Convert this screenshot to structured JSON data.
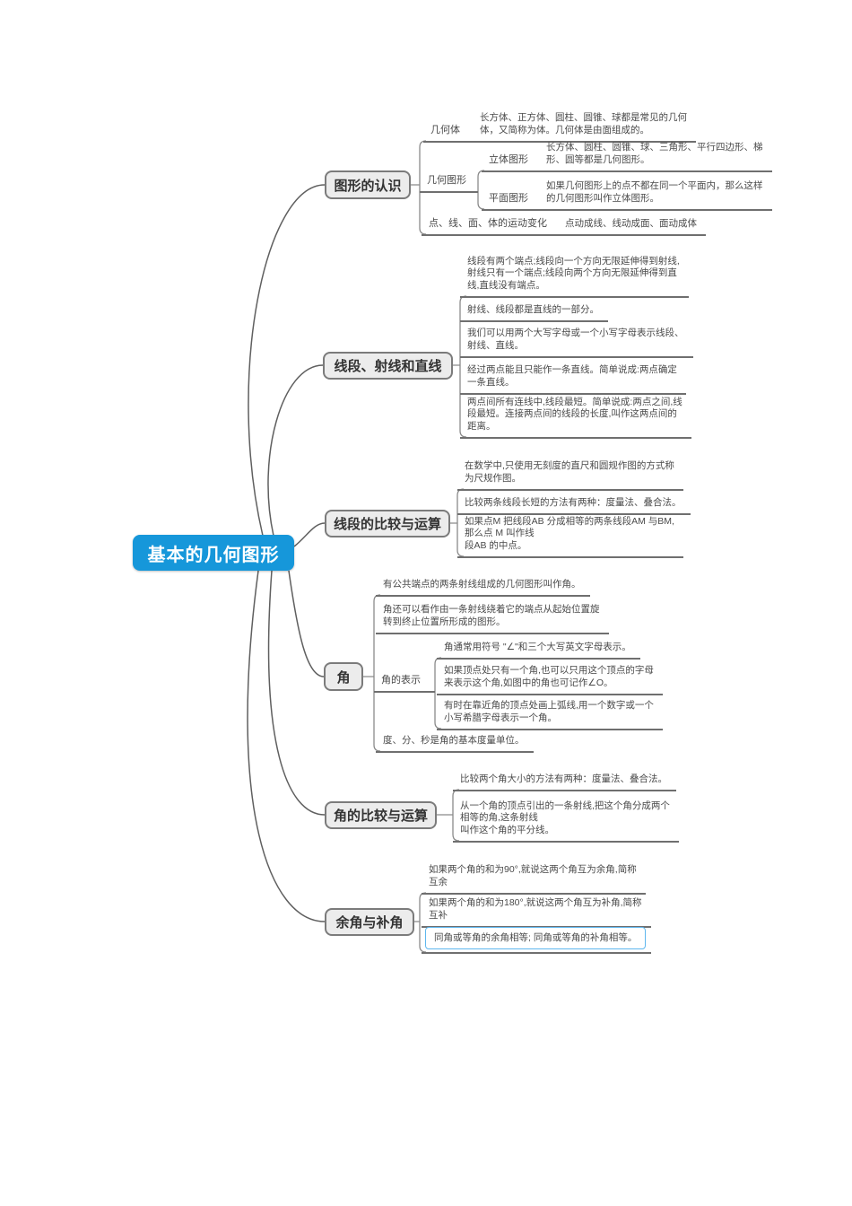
{
  "title": "基本的几何图形思维导图",
  "colors": {
    "central_bg": "#1697DA",
    "central_text": "#FFFFFF",
    "topic_bg": "#ECECEC",
    "topic_border": "#7B7B7B",
    "line": "#8A8A8A",
    "underline": "#6F6F6F",
    "highlight_border": "#5FB7EE"
  },
  "central": {
    "label": "基本的几何图形"
  },
  "branches": [
    {
      "label": "图形的认识",
      "children": [
        {
          "label": "几何体",
          "text": "长方体、正方体、圆柱、圆锥、球都是常见的几何\n体，又简称为体。几何体是由面组成的。"
        },
        {
          "label": "几何图形",
          "children": [
            {
              "label": "立体图形",
              "text": "长方体、圆柱、圆锥、球、三角形、平行四边形、梯\n形、圆等都是几何图形。"
            },
            {
              "label": "平面图形",
              "text": "如果几何图形上的点不都在同一个平面内，那么这样\n的几何图形叫作立体图形。"
            }
          ]
        },
        {
          "label": "点、线、面、体的运动变化",
          "text": "点动成线、线动成面、面动成体"
        }
      ]
    },
    {
      "label": "线段、射线和直线",
      "children": [
        {
          "text": "线段有两个端点;线段向一个方向无限延伸得到射线,\n射线只有一个端点;线段向两个方向无限延伸得到直\n线,直线没有端点。"
        },
        {
          "text": "射线、线段都是直线的一部分。"
        },
        {
          "text": "我们可以用两个大写字母或一个小写字母表示线段、\n射线、直线。"
        },
        {
          "text": "经过两点能且只能作一条直线。简单说成:两点确定\n一条直线。"
        },
        {
          "text": "两点间所有连线中,线段最短。简单说成:两点之间,线\n段最短。连接两点间的线段的长度,叫作这两点间的\n距离。"
        }
      ]
    },
    {
      "label": "线段的比较与运算",
      "children": [
        {
          "text": "在数学中,只使用无刻度的直尺和圆规作图的方式称\n为尺规作图。"
        },
        {
          "text": "比较两条线段长短的方法有两种：度量法、叠合法。"
        },
        {
          "text": "如果点M 把线段AB 分成相等的两条线段AM 与BM,\n那么点 M 叫作线\n段AB 的中点。"
        }
      ]
    },
    {
      "label": "角",
      "children": [
        {
          "text": "有公共端点的两条射线组成的几何图形叫作角。"
        },
        {
          "text": "角还可以看作由一条射线绕着它的端点从起始位置旋\n转到终止位置所形成的图形。"
        },
        {
          "label": "角的表示",
          "children": [
            {
              "text": "角通常用符号 \"∠\"和三个大写英文字母表示。"
            },
            {
              "text": "如果顶点处只有一个角,也可以只用这个顶点的字母\n来表示这个角,如图中的角也可记作∠O。"
            },
            {
              "text": "有时在靠近角的顶点处画上弧线,用一个数字或一个\n小写希腊字母表示一个角。"
            }
          ]
        },
        {
          "text": "度、分、秒是角的基本度量单位。"
        }
      ]
    },
    {
      "label": "角的比较与运算",
      "children": [
        {
          "text": "比较两个角大小的方法有两种：度量法、叠合法。"
        },
        {
          "text": "从一个角的顶点引出的一条射线,把这个角分成两个\n相等的角,这条射线\n叫作这个角的平分线。"
        }
      ]
    },
    {
      "label": "余角与补角",
      "children": [
        {
          "text": "如果两个角的和为90°,就说这两个角互为余角,简称\n互余"
        },
        {
          "text": "如果两个角的和为180°,就说这两个角互为补角,简称\n互补"
        },
        {
          "text": "同角或等角的余角相等; 同角或等角的补角相等。",
          "highlighted": true
        }
      ]
    }
  ]
}
